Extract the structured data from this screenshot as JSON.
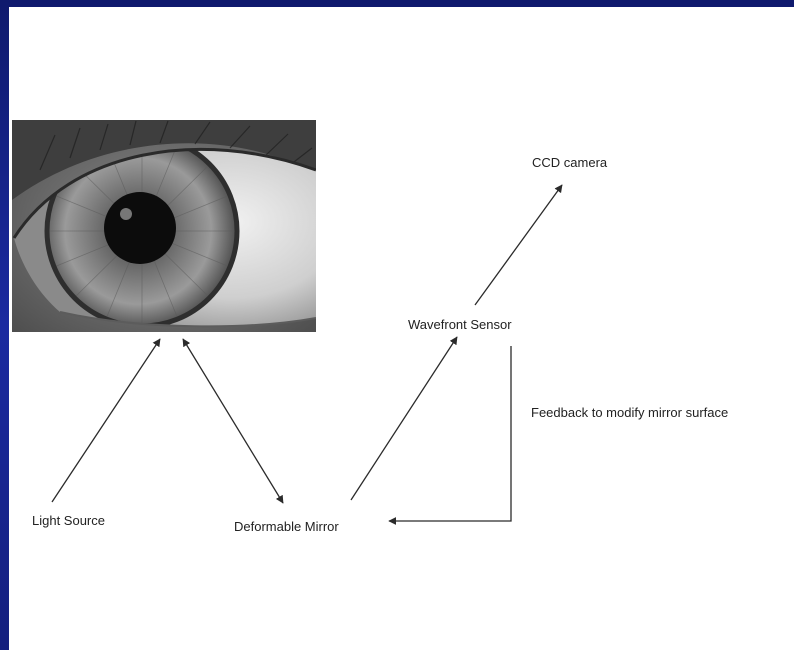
{
  "colors": {
    "background": "#16217a",
    "panel": "#ffffff",
    "arrows": "#2b2b2b",
    "label_text": "#222222"
  },
  "diagram": {
    "image": "eye-photo",
    "nodes": {
      "light_source": "Light Source",
      "deformable_mirror": "Deformable Mirror",
      "wavefront_sensor": "Wavefront Sensor",
      "ccd_camera": "CCD camera"
    },
    "feedback_label": "Feedback to modify mirror surface"
  }
}
